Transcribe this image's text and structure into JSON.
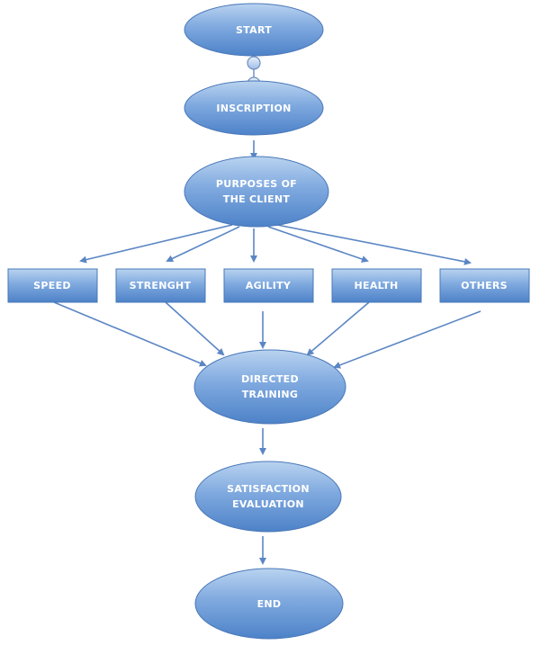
{
  "nodes": {
    "start": "START",
    "inscription": "INSCRIPTION",
    "purposes_line1": "PURPOSES OF",
    "purposes_line2": "THE CLIENT",
    "speed": "SPEED",
    "strenght": "STRENGHT",
    "agility": "AGILITY",
    "health": "HEALTH",
    "others": "OTHERS",
    "directed_line1": "DIRECTED",
    "directed_line2": "TRAINING",
    "satisfaction_line1": "SATISFACTION",
    "satisfaction_line2": "EVALUATION",
    "end": "END"
  },
  "colors": {
    "node_light": "#b9d3f0",
    "node_dark": "#4d82c8",
    "node_border": "#4a78b8",
    "arrow": "#5b86c4"
  }
}
